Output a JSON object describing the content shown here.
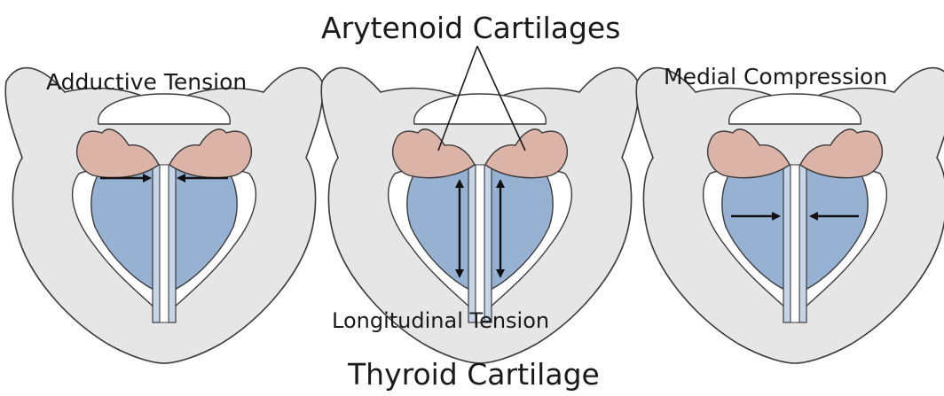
{
  "labels": {
    "arytenoid": "Arytenoid Cartilages",
    "adductive": "Adductive Tension",
    "medial": "Medial Compression",
    "longitudinal": "Longitudinal Tension",
    "thyroid": "Thyroid Cartilage"
  },
  "colors": {
    "thyroid_fill": "#e6e6e6",
    "outline": "#3a3a3a",
    "arytenoid_fill": "#dcb3a7",
    "fold_fill": "#97b1d3",
    "fold_edge": "#c6d5e8",
    "arrow": "#111111"
  },
  "panels": [
    {
      "name": "adductive-tension",
      "arrows": "inward-upper"
    },
    {
      "name": "longitudinal-tension",
      "arrows": "vertical-double"
    },
    {
      "name": "medial-compression",
      "arrows": "inward-middle"
    }
  ]
}
